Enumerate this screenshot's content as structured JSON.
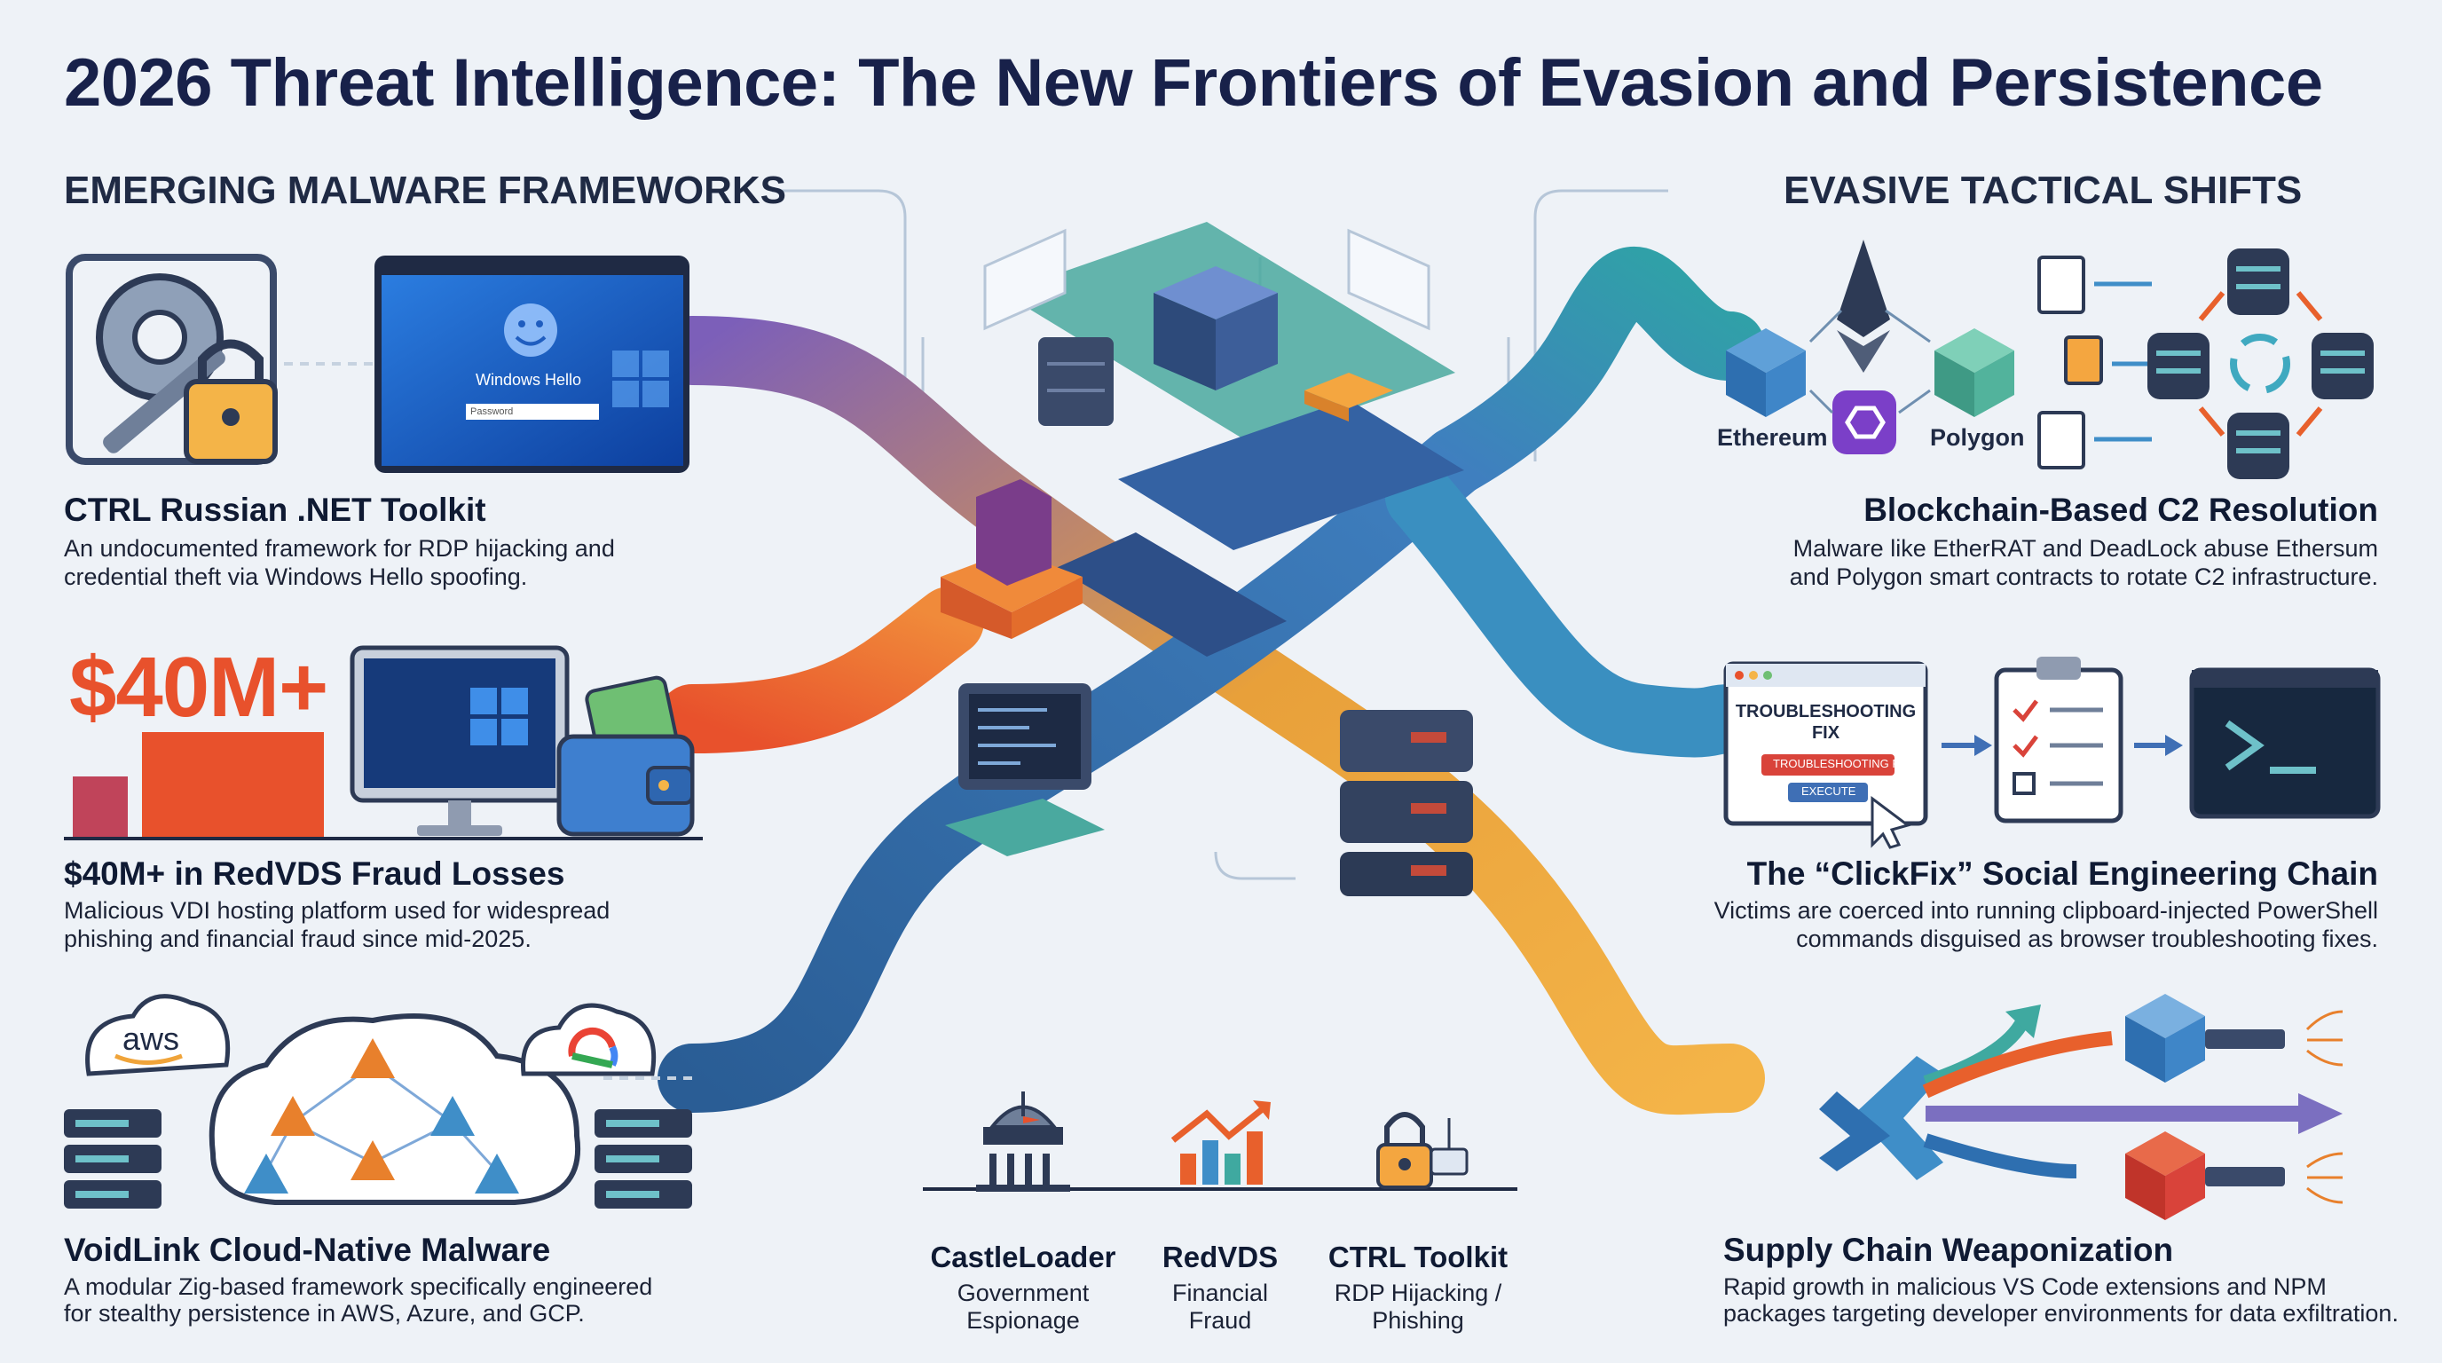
{
  "title": "2026 Threat Intelligence: The New Frontiers of Evasion and Persistence",
  "sections": {
    "left": "EMERGING MALWARE FRAMEWORKS",
    "right": "EVASIVE TACTICAL SHIFTS"
  },
  "left_items": [
    {
      "heading": "CTRL Russian .NET Toolkit",
      "desc_1": "An undocumented framework for RDP hijacking and",
      "desc_2": "credential theft via Windows Hello spoofing."
    },
    {
      "heading": "$40M+ in RedVDS Fraud Losses",
      "desc_1": "Malicious VDI hosting platform used for widespread",
      "desc_2": "phishing and financial fraud since mid-2025."
    },
    {
      "heading": "VoidLink Cloud-Native Malware",
      "desc_1": "A modular Zig-based framework specifically engineered",
      "desc_2": "for stealthy persistence in AWS, Azure, and GCP."
    }
  ],
  "right_items": [
    {
      "heading": "Blockchain-Based C2 Resolution",
      "desc_1": "Malware like EtherRAT and DeadLock abuse Ethersum",
      "desc_2": "and Polygon smart contracts to rotate C2 infrastructure."
    },
    {
      "heading": "The “ClickFix” Social Engineering Chain",
      "desc_1": "Victims are coerced into running clipboard-injected PowerShell",
      "desc_2": "commands disguised as browser troubleshooting fixes."
    },
    {
      "heading": "Supply Chain Weaponization",
      "desc_1": "Rapid growth in malicious VS Code extensions and NPM",
      "desc_2": "packages targeting developer environments for data exfiltration."
    }
  ],
  "illustrations": {
    "windows_hello": "Windows Hello",
    "password_placeholder": "Password",
    "big_stat": "$40M+",
    "aws": "aws",
    "ethereum": "Ethereum",
    "polygon": "Polygon",
    "troubleshooting_title": "TROUBLESHOOTING FIX",
    "troubleshooting_field": "TROUBLESHOOTING FIX",
    "troubleshooting_button": "EXECUTE"
  },
  "bottom_legend": [
    {
      "heading": "CastleLoader",
      "sub_1": "Government",
      "sub_2": "Espionage",
      "icon": "capitol-icon"
    },
    {
      "heading": "RedVDS",
      "sub_1": "Financial",
      "sub_2": "Fraud",
      "icon": "bar-chart-up-icon"
    },
    {
      "heading": "CTRL Toolkit",
      "sub_1": "RDP Hijacking /",
      "sub_2": "Phishing",
      "icon": "padlock-icon"
    }
  ],
  "colors": {
    "title": "#18214a",
    "accent_orange": "#e8512c",
    "purple_path": "#5c4aa3",
    "teal_path": "#2f8f9a",
    "blue_path": "#2a5d95",
    "orange_path": "#f0a43a"
  }
}
